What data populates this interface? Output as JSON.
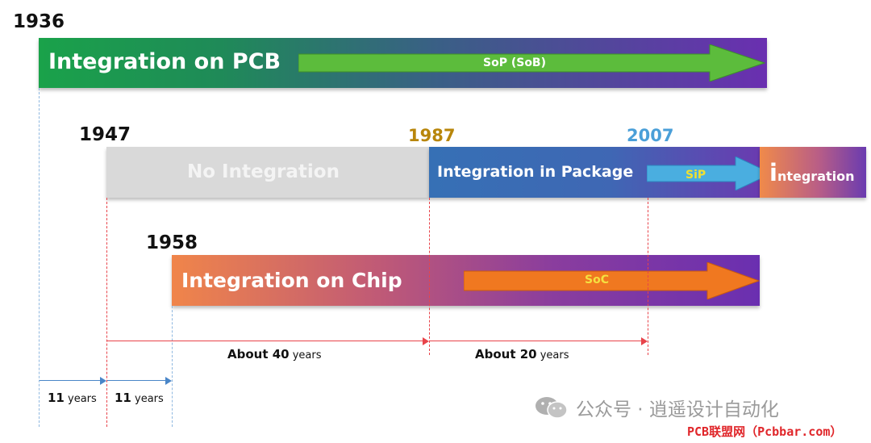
{
  "years": {
    "y1936": "1936",
    "y1947": "1947",
    "y1958": "1958",
    "y1987": "1987",
    "y2007": "2007"
  },
  "bars": {
    "pcb": {
      "label": "Integration on PCB",
      "arrow_label": "SoP (SoB)"
    },
    "none": {
      "label": "No Integration"
    },
    "package": {
      "label": "Integration in Package",
      "arrow_label": "SiP"
    },
    "i": {
      "initial": "i",
      "rest": "ntegration"
    },
    "chip": {
      "label": "Integration on Chip",
      "arrow_label": "SoC"
    }
  },
  "spans": {
    "forty": {
      "num": "About 40",
      "unit": " years"
    },
    "twenty": {
      "num": "About 20",
      "unit": " years"
    },
    "eleven_a": {
      "num": "11",
      "unit": " years"
    },
    "eleven_b": {
      "num": "11",
      "unit": " years"
    }
  },
  "watermark": {
    "wechat": "公众号 · 逍遥设计自动化",
    "site": "PCB联盟网（Pcbbar.com）"
  },
  "colors": {
    "year_1987": "#b8860b",
    "year_2007": "#4a9fd8",
    "pcb_start": "#1aa24a",
    "pcb_end": "#6a2fb0",
    "package": "#3670b5",
    "chip_start": "#f0854a",
    "site_red": "#e0262a"
  }
}
